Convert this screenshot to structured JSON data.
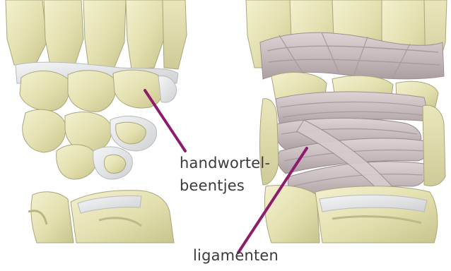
{
  "labels": {
    "carpal_line1": "handwortel-",
    "carpal_line2": "beentjes",
    "ligaments": "ligamenten"
  },
  "colors": {
    "leader_line": "#8e1c6c",
    "bone": "#e6e3b4",
    "bone_shadow": "#c9c68f",
    "bone_light": "#f6f4d8",
    "cartilage": "#e7e8ea",
    "ligament": "#cfc4c6",
    "ligament_dark": "#b3a6a9"
  }
}
